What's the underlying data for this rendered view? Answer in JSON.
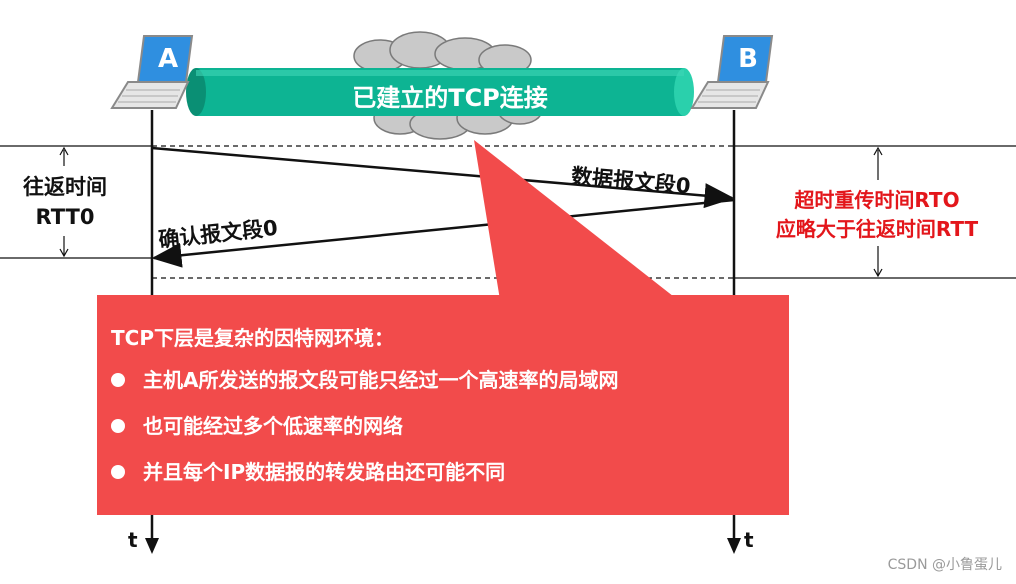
{
  "hosts": {
    "a_label": "A",
    "b_label": "B"
  },
  "connection": {
    "label": "已建立的TCP连接"
  },
  "segments": {
    "data_segment": "数据报文段0",
    "ack_segment": "确认报文段0"
  },
  "rtt": {
    "line1": "往返时间",
    "line2": "RTT0"
  },
  "rto": {
    "line1": "超时重传时间RTO",
    "line2": "应略大于往返时间RTT"
  },
  "note": {
    "title": "TCP下层是复杂的因特网环境：",
    "bullets": [
      "主机A所发送的报文段可能只经过一个高速率的局域网",
      "也可能经过多个低速率的网络",
      "并且每个IP数据报的转发路由还可能不同"
    ]
  },
  "time_axis": {
    "a_label": "t",
    "b_label": "t"
  },
  "colors": {
    "tube": "#0db493",
    "note_bg": "#f24b4b",
    "rto_text": "#e3161b",
    "laptop_screen": "#2f8fe0"
  },
  "watermark": "CSDN @小鲁蛋儿"
}
